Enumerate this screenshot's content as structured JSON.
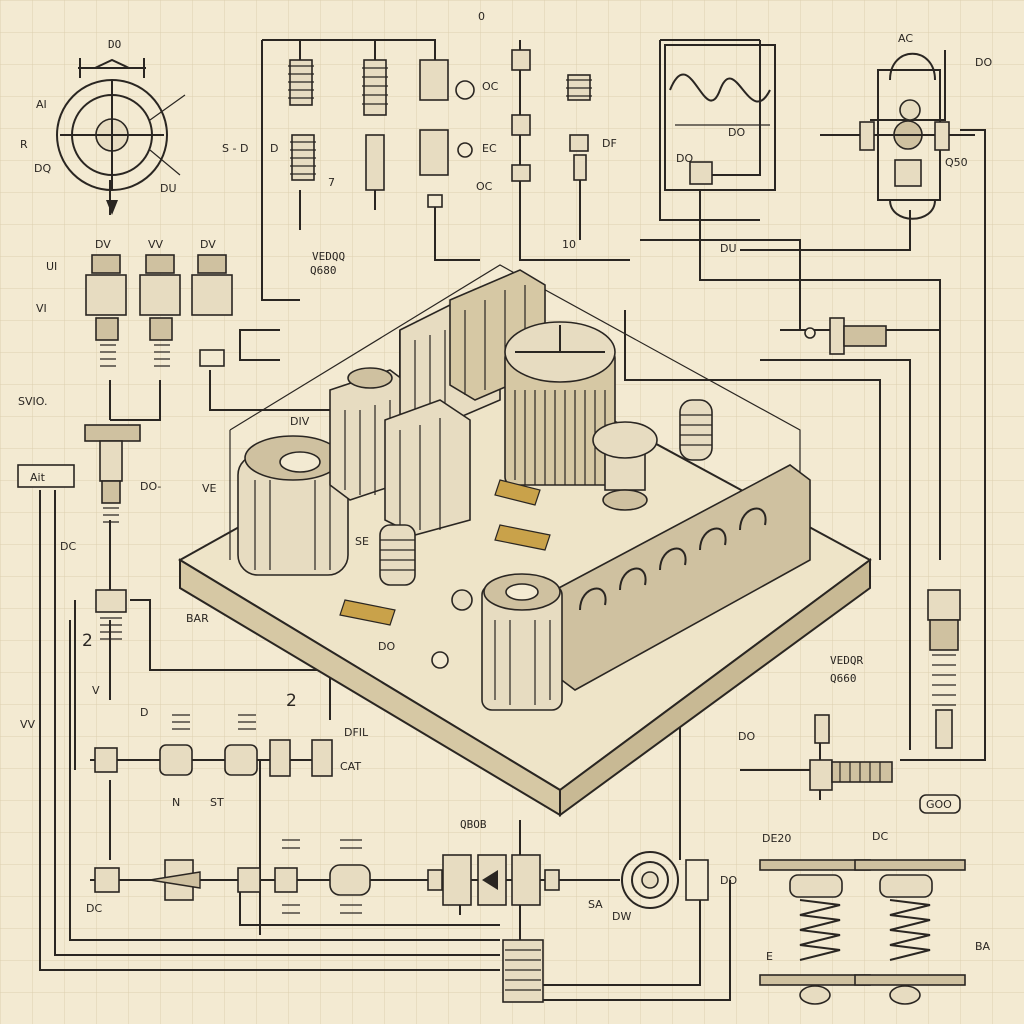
{
  "colors": {
    "paper": "#f3ead2",
    "grid": "#ddd0b0",
    "ink": "#2a2622",
    "brass": "#c9a24a",
    "component_fill": "#e7dcc1",
    "component_shade": "#cfc1a0"
  },
  "labels": {
    "top_center_mark": "0",
    "top_left_do": "DO",
    "left_ai": "AI",
    "left_r": "R",
    "left_dq": "DQ",
    "left_du": "DU",
    "left_s_d": "S - D",
    "left_d": "D",
    "row_dv_1": "DV",
    "row_vv": "VV",
    "row_dv_2": "DV",
    "row_ui": "UI",
    "left_vi": "VI",
    "left_sv_io": "SVIO.",
    "left_box": "Ait",
    "left_do": "DO-",
    "left_dc": "DC",
    "left_2": "2",
    "left_v": "V",
    "left_vv": "VV",
    "left_d2": "D",
    "left_dc_bottom": "DC",
    "relay_7": "7",
    "oc_1": "OC",
    "ec": "EC",
    "oc_2": "OC",
    "df": "DF",
    "d10": "10",
    "vendo_1": "VEDQQ",
    "vendo_1b": "Q680",
    "board_dv": "DIV",
    "board_ve": "VE",
    "board_se": "SE",
    "board_bar": "BAR",
    "board_do": "DO",
    "board_2": "2",
    "board_dfl": "DFIL",
    "board_cat": "CAT",
    "scope_do": "DO",
    "scope_do2": "DO",
    "right_ac": "AC",
    "right_do": "DO",
    "right_q50": "Q50",
    "right_du": "DU",
    "vendo_2": "VEDQR",
    "vendo_2b": "Q660",
    "right_do2": "DO",
    "right_goo": "GOO",
    "right_de": "DE20",
    "right_dc": "DC",
    "right_ba": "BA",
    "right_e": "E",
    "bottom_qbob": "QBOB",
    "bottom_sa": "SA",
    "bottom_dw": "DW",
    "bottom_do": "DO",
    "bottom_n": "N",
    "bottom_st": "ST"
  }
}
